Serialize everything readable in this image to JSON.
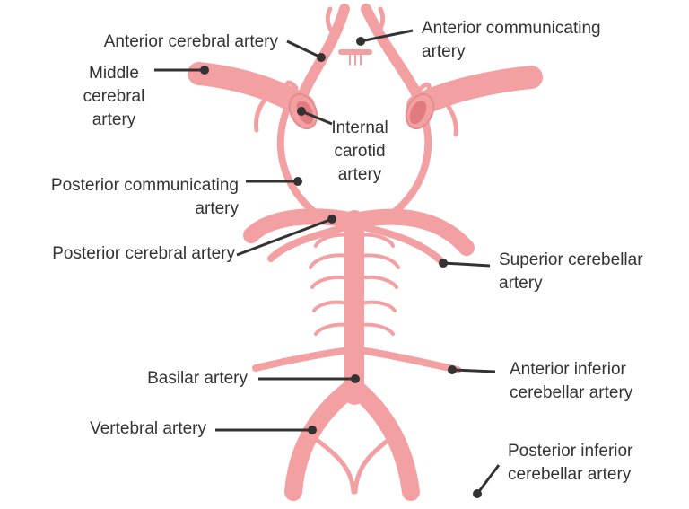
{
  "colors": {
    "artery": "#f2a0a2",
    "artery_dark": "#e58c8f",
    "artery_lumen": "#e07b80",
    "leader_line": "#333333",
    "text": "#333333"
  },
  "labels": {
    "anterior_cerebral": "Anterior cerebral artery",
    "anterior_communicating_1": "Anterior communicating",
    "anterior_communicating_2": "artery",
    "middle_cerebral_1": "Middle",
    "middle_cerebral_2": "cerebral",
    "middle_cerebral_3": "artery",
    "internal_carotid_1": "Internal",
    "internal_carotid_2": "carotid",
    "internal_carotid_3": "artery",
    "posterior_communicating_1": "Posterior communicating",
    "posterior_communicating_2": "artery",
    "posterior_cerebral": "Posterior cerebral artery",
    "superior_cerebellar_1": "Superior cerebellar",
    "superior_cerebellar_2": "artery",
    "basilar": "Basilar artery",
    "anterior_inferior_cerebellar_1": "Anterior inferior",
    "anterior_inferior_cerebellar_2": "cerebellar artery",
    "vertebral": "Vertebral artery",
    "posterior_inferior_cerebellar_1": "Posterior inferior",
    "posterior_inferior_cerebellar_2": "cerebellar artery"
  }
}
